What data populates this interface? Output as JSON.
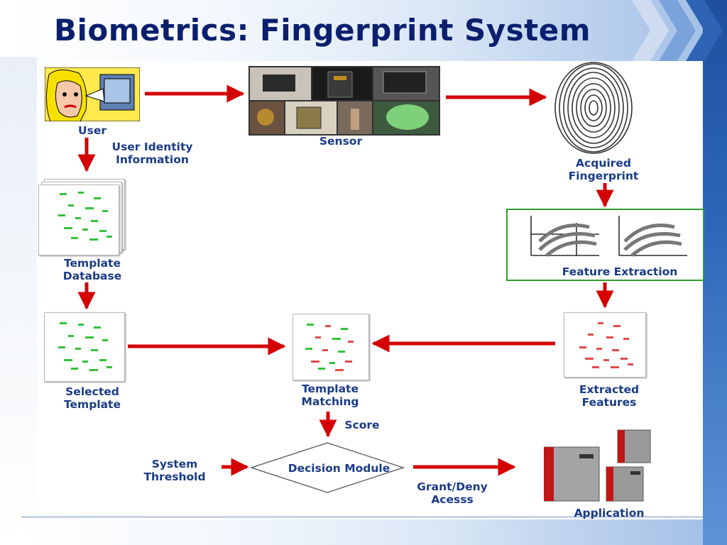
{
  "title": "Biometrics: Fingerprint System",
  "colors": {
    "arrow": "#d40000",
    "label": "#1a3b86",
    "title": "#0a1f6e",
    "feature_box": "#2e9e32"
  },
  "labels": {
    "user": "User",
    "user_identity": [
      "User Identity",
      "Information"
    ],
    "sensor": "Sensor",
    "acquired": [
      "Acquired",
      "Fingerprint"
    ],
    "template_db": [
      "Template",
      "Database"
    ],
    "feature_extraction": "Feature Extraction",
    "selected_template": [
      "Selected",
      "Template"
    ],
    "template_matching": [
      "Template",
      "Matching"
    ],
    "extracted_features": [
      "Extracted",
      "Features"
    ],
    "score": "Score",
    "system_threshold": [
      "System",
      "Threshold"
    ],
    "decision_module": "Decision Module",
    "grant_deny": [
      "Grant/Deny",
      "Acesss"
    ],
    "application": "Application"
  },
  "icons": [
    "user-icon",
    "sensor-collage-icon",
    "fingerprint-icon",
    "feature-plot-icon",
    "minutiae-icon",
    "server-icon"
  ]
}
